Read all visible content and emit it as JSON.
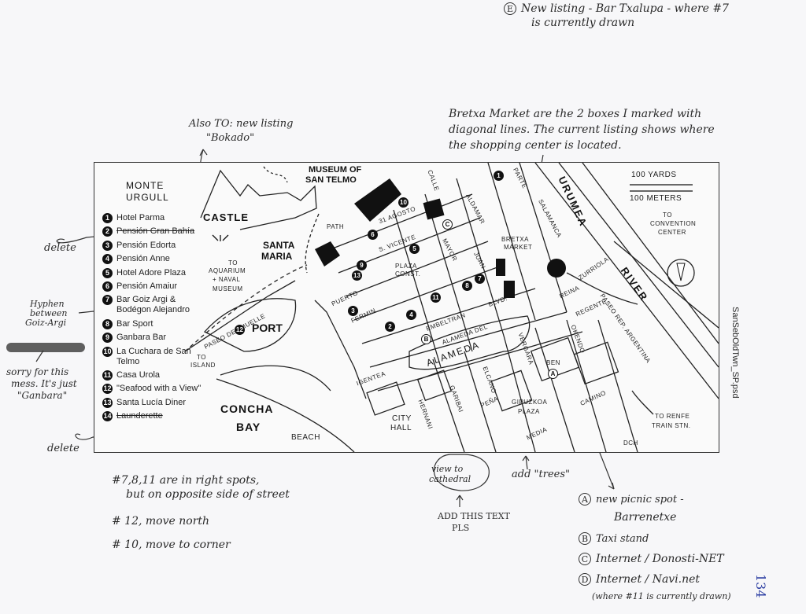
{
  "annotations": {
    "top_right": {
      "badge": "E",
      "line1": "New listing - Bar Txalupa - where #7",
      "line2": "is currently drawn"
    },
    "bretxa": {
      "line1": "Bretxa Market are the 2 boxes I marked with",
      "line2": "diagonal lines. The current listing shows where",
      "line3": "the shopping center is located."
    },
    "bokado": {
      "line1": "Also TO: new listing",
      "line2": "\"Bokado\""
    },
    "delete_top": "delete",
    "hyphen": {
      "line1": "Hyphen",
      "line2": "between",
      "line3": "Goiz-Argi"
    },
    "sorry": {
      "line1": "sorry for this",
      "line2": "mess. It's just",
      "line3": "\"Ganbara\""
    },
    "delete_bottom": "delete",
    "filename": "SanSebOldTwn_SP.psd",
    "view_cathedral": {
      "line1": "view to",
      "line2": "cathedral"
    },
    "add_text": {
      "line1": "ADD THIS TEXT",
      "line2": "PLS"
    },
    "add_trees": "add \"trees\"",
    "notes": [
      "#7,8,11 are in right spots,",
      "but on opposite side of street",
      "# 12, move north",
      "# 10, move to corner"
    ],
    "letter_notes": [
      {
        "letter": "A",
        "text": "new picnic spot -",
        "extra": "Barrenetxe"
      },
      {
        "letter": "B",
        "text": "Taxi stand",
        "extra": ""
      },
      {
        "letter": "C",
        "text": "Internet / Donosti-NET",
        "extra": ""
      },
      {
        "letter": "D",
        "text": "Internet / Navi.net",
        "extra": "(where #11 is currently drawn)"
      }
    ],
    "page_number": "134"
  },
  "map": {
    "monte": "MONTE",
    "urgull": "URGULL",
    "castle": "CASTLE",
    "museum": {
      "line1": "MUSEUM OF",
      "line2": "SAN TELMO"
    },
    "santa": "SANTA",
    "maria": "MARIA",
    "path": "PATH",
    "aquarium": {
      "line1": "TO",
      "line2": "AQUARIUM",
      "line3": "+ NAVAL",
      "line4": "MUSEUM"
    },
    "port": "PORT",
    "to_island": {
      "line1": "TO",
      "line2": "ISLAND"
    },
    "concha": "CONCHA",
    "bay": "BAY",
    "beach": "BEACH",
    "city_hall": {
      "line1": "CITY",
      "line2": "HALL"
    },
    "bretxa": {
      "line1": "BRETXA",
      "line2": "MARKET"
    },
    "urumea": "URUMEA",
    "river": "RIVER",
    "scale": {
      "yards": "100 YARDS",
      "meters": "100 METERS"
    },
    "convention": {
      "line1": "TO",
      "line2": "CONVENTION",
      "line3": "CENTER"
    },
    "renfe": {
      "line1": "TO RENFE",
      "line2": "TRAIN STN."
    },
    "gipuzkoa": {
      "line1": "GIPUZKOA",
      "line2": "PLAZA"
    },
    "plaza_const": {
      "line1": "PLAZA",
      "line2": "CONST."
    },
    "alameda": "ALAMEDA",
    "credit": "DCH",
    "streets": {
      "paseo_muelle": "PASEO DEL MUELLE",
      "agosto": "31 AGOSTO",
      "vicente": "S. VICENTE",
      "calle": "CALLE",
      "puerto": "PUERTO",
      "fermin": "FERMIN",
      "embeltran": "EMBELTRAN",
      "alameda_del": "ALAMEDA DEL",
      "igentea": "IGENTEA",
      "hernani": "HERNANI",
      "garibai": "GARIBAI",
      "pena": "PEÑA",
      "elcano": "ELCANO",
      "vergara": "VERGARA",
      "okendo": "OKENDO",
      "camino": "CAMINO",
      "reina": "REINA",
      "regente": "REGENTE",
      "zurriola": "ZURRIOLA",
      "paseo_rep": "PASEO REP. ARGENTINA",
      "salamanca": "SALAMANCA",
      "aldamar": "ALDAMAR",
      "juan": "JUAN",
      "blvd": "BLVD.",
      "mayor": "MAYOR",
      "media": "MEDIA",
      "parte": "PARTE",
      "ben": "BEN"
    },
    "legend": [
      {
        "n": "1",
        "label": "Hotel Parma",
        "struck": false
      },
      {
        "n": "2",
        "label": "Pensión Gran Bahía",
        "struck": true
      },
      {
        "n": "3",
        "label": "Pensión Edorta",
        "struck": false
      },
      {
        "n": "4",
        "label": "Pensión Anne",
        "struck": false
      },
      {
        "n": "5",
        "label": "Hotel Adore Plaza",
        "struck": false
      },
      {
        "n": "6",
        "label": "Pensión Amaiur",
        "struck": false
      },
      {
        "n": "7",
        "label": "Bar Goiz Argi & Bodégon Alejandro",
        "struck": false
      },
      {
        "n": "8",
        "label": "Bar Sport",
        "struck": false
      },
      {
        "n": "9",
        "label": "Ganbara Bar",
        "struck": false
      },
      {
        "n": "10",
        "label": "La Cuchara de San Telmo",
        "struck": false
      },
      {
        "n": "11",
        "label": "Casa Urola",
        "struck": false
      },
      {
        "n": "12",
        "label": "\"Seafood with a View\"",
        "struck": false
      },
      {
        "n": "13",
        "label": "Santa Lucía Diner",
        "struck": false
      },
      {
        "n": "14",
        "label": "Launderette",
        "struck": true
      }
    ],
    "pins": [
      "1",
      "6",
      "10",
      "5",
      "9",
      "13",
      "3",
      "8",
      "7",
      "4",
      "11",
      "2",
      "12"
    ],
    "circles": [
      "B",
      "A",
      "C"
    ]
  }
}
